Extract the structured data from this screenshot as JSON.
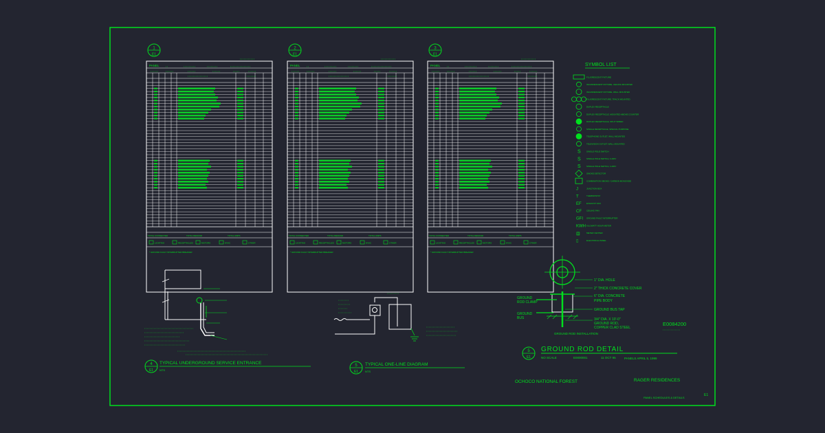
{
  "colors": {
    "background": "#232530",
    "linework": "#00e01e",
    "tables": "#ffffff"
  },
  "panels": [
    {
      "number": "1",
      "sheet": "E1",
      "panel_label": "PANEL",
      "summary": [
        "TOTAL CONNECTED",
        "TOTAL DEMAND",
        "TOTAL AMPS"
      ],
      "legend": [
        "LIGHTING",
        "RECEPTACLES",
        "MOTORS",
        "HVAC",
        "OTHER"
      ],
      "footnote": "* GROUND FAULT INTERRUPTER BREAKER"
    },
    {
      "number": "2",
      "sheet": "E1",
      "panel_label": "PANEL",
      "summary": [
        "TOTAL CONNECTED",
        "TOTAL DEMAND",
        "TOTAL AMPS"
      ],
      "legend": [
        "LIGHTING",
        "RECEPTACLES",
        "MOTORS",
        "HVAC",
        "OTHER"
      ],
      "footnote": "* GROUND FAULT INTERRUPTER BREAKER"
    },
    {
      "number": "3",
      "sheet": "E1",
      "panel_label": "PANEL",
      "summary": [
        "TOTAL CONNECTED",
        "TOTAL DEMAND",
        "TOTAL AMPS"
      ],
      "legend": [
        "LIGHTING",
        "RECEPTACLES",
        "MOTORS",
        "HVAC",
        "OTHER"
      ],
      "footnote": "* GROUND FAULT INTERRUPTER BREAKER"
    }
  ],
  "symbol_list": {
    "title": "SYMBOL LIST",
    "items": [
      "FLUORESCENT FIXTURE",
      "INCANDESCENT FIXTURE, CEILING MOUNTED",
      "INCANDESCENT FIXTURE, WALL MOUNTED",
      "FLUORESCENT FIXTURE, TRACK MOUNTED",
      "DUPLEX RECEPTACLE",
      "DUPLEX RECEPTACLE, MOUNTED ABOVE COUNTER",
      "DUPLEX RECEPTACLE, SPLIT WIRED",
      "SINGLE RECEPTACLE, SPECIAL PURPOSE",
      "TELEPHONE OUTLET, WALL MOUNTED",
      "TELEVISION OUTLET, WALL MOUNTED",
      "SINGLE POLE SWITCH",
      "SINGLE POLE SWITCH, 3-WAY",
      "SINGLE POLE SWITCH, 4-WAY",
      "SMOKE DETECTOR",
      "COMBINATION SMOKE / CARBON MONOXIDE",
      "JUNCTION BOX",
      "THERMOSTAT",
      "EXHAUST FAN",
      "CEILING FAN",
      "GROUND FAULT INTERRUPTER",
      "KILOWATT HOUR METER",
      "METER CENTER",
      "ELECTRICAL PANEL"
    ]
  },
  "ground_rod_detail": {
    "title": "GROUND ROD DETAIL",
    "number": "5",
    "sheet": "E1",
    "callouts": [
      "1\" DIA. HOLE",
      "2\" THICK CONCRETE COVER",
      "6\" DIA. CONCRETE",
      "PIPE BODY",
      "GROUND BUS TAP",
      "3/4\" DIA. X 10'-0\"",
      "GROUND ROD,",
      "COPPER CLAD STEEL"
    ],
    "left_callouts": [
      "GROUND",
      "ROD CLAMP",
      "GROUND",
      "BUS"
    ],
    "caption": "GROUND ROD INSTALLATION",
    "scale": "NO SCALE",
    "drawing_no": "E0000001",
    "date_code": "11 OCT 95"
  },
  "detail_4": {
    "number": "4",
    "sheet": "E1",
    "title": "TYPICAL UNDERGROUND SERVICE ENTRANCE",
    "sub": "NTS"
  },
  "detail_5": {
    "number": "5",
    "sheet": "E1",
    "title": "TYPICAL ONE-LINE DIAGRAM",
    "sub": "NTS"
  },
  "title_block": {
    "project_no": "E0084200",
    "panels_date": "PANELS    APRIL 5, 1999",
    "forest": "OCHOCO NATIONAL FOREST",
    "residences": "RAGER RESIDENCES",
    "sheet_desc": "PANEL SCHEDULES & DETAILS",
    "sheet_no": "E1"
  }
}
